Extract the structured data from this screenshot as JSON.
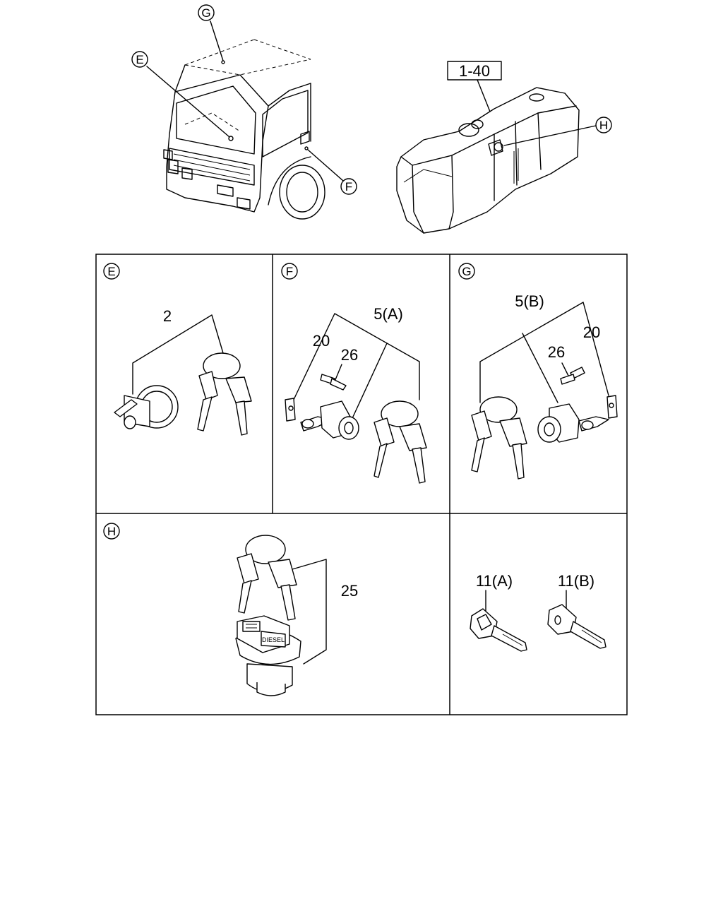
{
  "refs": {
    "tank_ref": "1-40"
  },
  "callouts": {
    "e": "E",
    "f": "F",
    "g": "G",
    "h": "H"
  },
  "panels": {
    "e": {
      "letter": "E",
      "part": "2"
    },
    "f": {
      "letter": "F",
      "part_main": "5(A)",
      "part_bracket": "20",
      "part_bolt": "26"
    },
    "g": {
      "letter": "G",
      "part_main": "5(B)",
      "part_bracket": "20",
      "part_bolt": "26"
    },
    "h": {
      "letter": "H",
      "part": "25",
      "cap_text": "DIESEL"
    },
    "keys": {
      "key_a": "11(A)",
      "key_b": "11(B)"
    }
  }
}
